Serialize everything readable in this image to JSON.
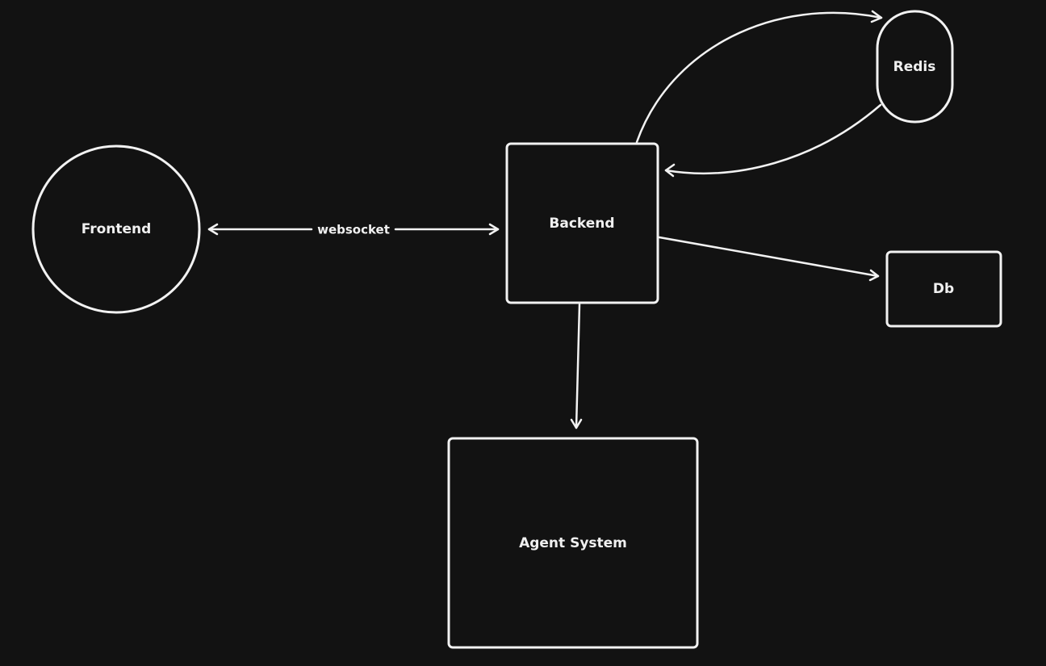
{
  "nodes": {
    "frontend": "Frontend",
    "backend": "Backend",
    "redis": "Redis",
    "db": "Db",
    "agent": "Agent System"
  },
  "edges": {
    "frontend_backend": "websocket"
  },
  "colors": {
    "background": "#121212",
    "stroke": "#f2f2f2"
  }
}
